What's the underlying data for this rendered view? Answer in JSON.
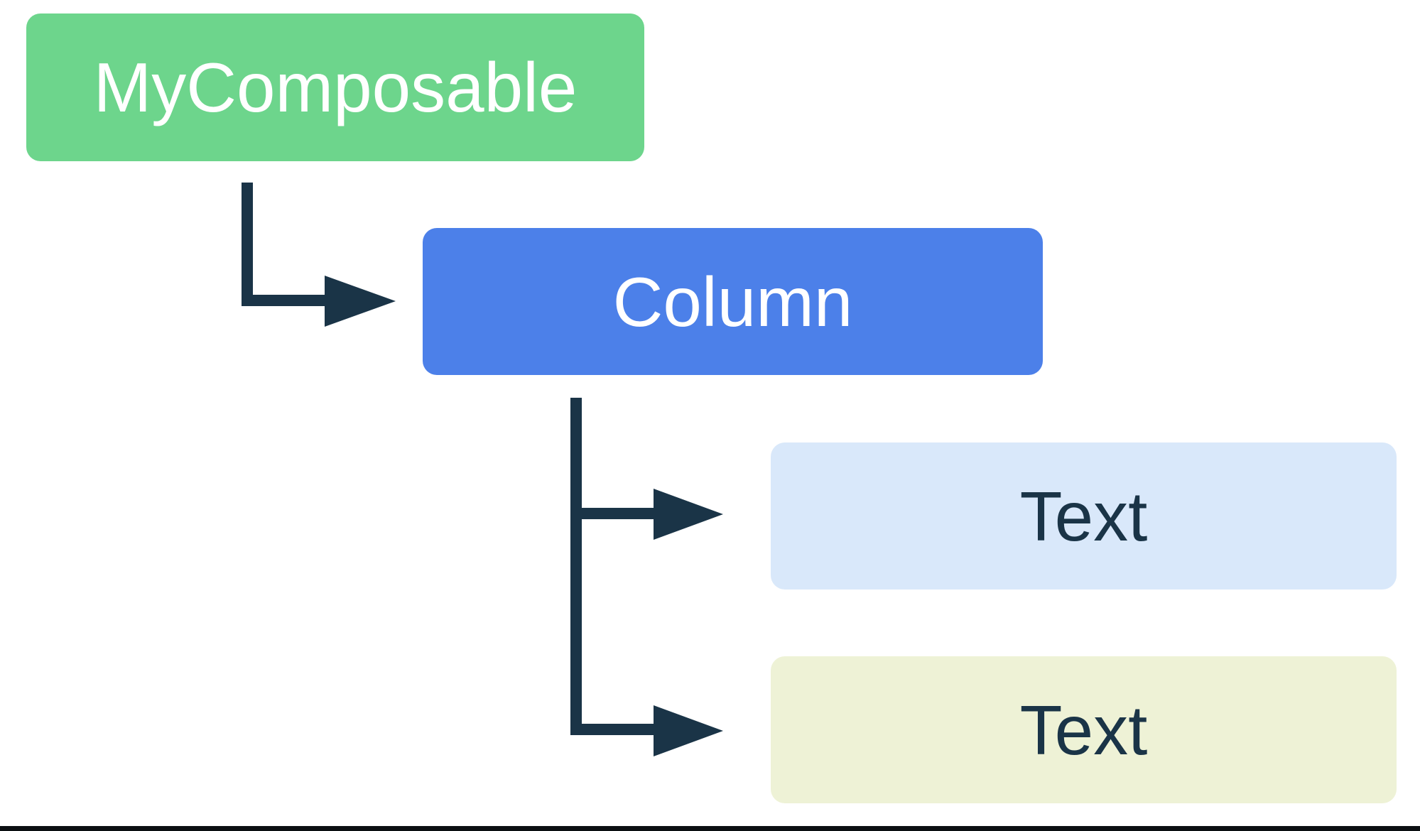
{
  "diagram": {
    "description": "UI composable hierarchy tree: MyComposable contains a Column, which contains two Text children",
    "nodes": [
      {
        "id": "mycomposable",
        "label": "MyComposable",
        "fill": "#6DD58C",
        "text_color": "#FFFFFF"
      },
      {
        "id": "column",
        "label": "Column",
        "fill": "#4C80E9",
        "text_color": "#FFFFFF"
      },
      {
        "id": "text-1",
        "label": "Text",
        "fill": "#D9E8FA",
        "text_color": "#1A3447"
      },
      {
        "id": "text-2",
        "label": "Text",
        "fill": "#EEF2D6",
        "text_color": "#1A3447"
      }
    ],
    "edges": [
      {
        "from": "mycomposable",
        "to": "column"
      },
      {
        "from": "column",
        "to": "text-1"
      },
      {
        "from": "column",
        "to": "text-2"
      }
    ]
  },
  "colors": {
    "green": "#6DD58C",
    "blue": "#4C80E9",
    "lightblue": "#D9E8FA",
    "cream": "#EEF2D6",
    "ink": "#1A3447",
    "baseline": "#0B0F12",
    "canvas": "#FFFFFF",
    "node_text_light": "#FFFFFF"
  }
}
